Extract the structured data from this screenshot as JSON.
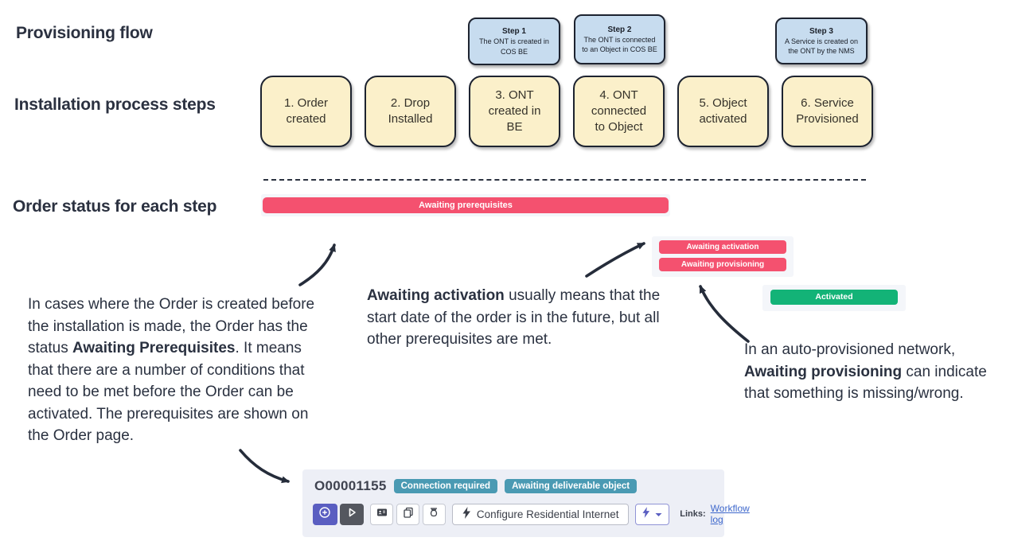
{
  "labels": {
    "provisioning_flow": "Provisioning flow",
    "installation_steps": "Installation process steps",
    "order_status": "Order status for each step"
  },
  "flow_steps": [
    {
      "title": "Step 1",
      "body": "The ONT is created in COS BE"
    },
    {
      "title": "Step 2",
      "body": "The ONT is connected to an Object in COS BE"
    },
    {
      "title": "Step 3",
      "body": "A Service is created on the ONT by the NMS"
    }
  ],
  "process_steps": [
    "1. Order created",
    "2. Drop Installed",
    "3. ONT created in BE",
    "4. ONT connected to Object",
    "5. Object activated",
    "6. Service Provisioned"
  ],
  "statuses": {
    "awaiting_prerequisites": "Awaiting prerequisites",
    "awaiting_activation": "Awaiting activation",
    "awaiting_provisioning": "Awaiting provisioning",
    "activated": "Activated"
  },
  "notes": {
    "left": {
      "part1": "In cases where the Order is created before the installation is made, the Order has the status ",
      "bold": "Awaiting Prerequisites",
      "part2": ". It means that there are a number of conditions that need to be met before the Order can be activated. The prerequisites are shown on the Order page."
    },
    "middle": {
      "bold": "Awaiting activation",
      "part2": " usually means that the start date of the order is in the future, but all other prerequisites are met."
    },
    "right": {
      "part1": "In an auto-provisioned network, ",
      "bold": "Awaiting provisioning",
      "part2": " can indicate that something is missing/wrong."
    }
  },
  "order_card": {
    "order_id": "O00001155",
    "badges": [
      "Connection required",
      "Awaiting deliverable object"
    ],
    "configure_button": "Configure Residential Internet",
    "links_label": "Links:",
    "workflow_log_link": "Workflow log"
  },
  "icons": {
    "toolbar": [
      "circle-plus-icon",
      "play-icon",
      "contact-card-icon",
      "copy-icon",
      "money-bag-icon",
      "lightning-icon",
      "lightning-dropdown-icon"
    ],
    "annotation": [
      "hand-drawn-arrow"
    ]
  },
  "colors": {
    "status_pink": "#f4516f",
    "status_green": "#13b377",
    "badge_teal": "#4a9ab3",
    "flow_box_blue": "#c7dcef",
    "process_box_yellow": "#fbf0ca",
    "button_purple": "#5a5ec1",
    "button_dark": "#54575f",
    "link_blue": "#3e68cc",
    "text_dark": "#2a3140"
  }
}
